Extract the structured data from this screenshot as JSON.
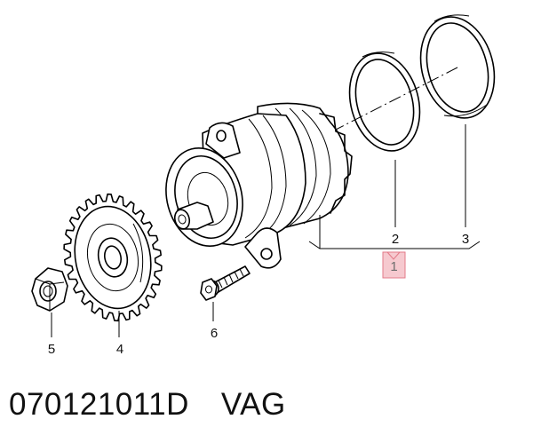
{
  "diagram": {
    "labels": {
      "p1": "1",
      "p2": "2",
      "p3": "3",
      "p4": "4",
      "p5": "5",
      "p6": "6"
    }
  },
  "caption": {
    "part_number": "070121011D",
    "brand": "VAG"
  }
}
